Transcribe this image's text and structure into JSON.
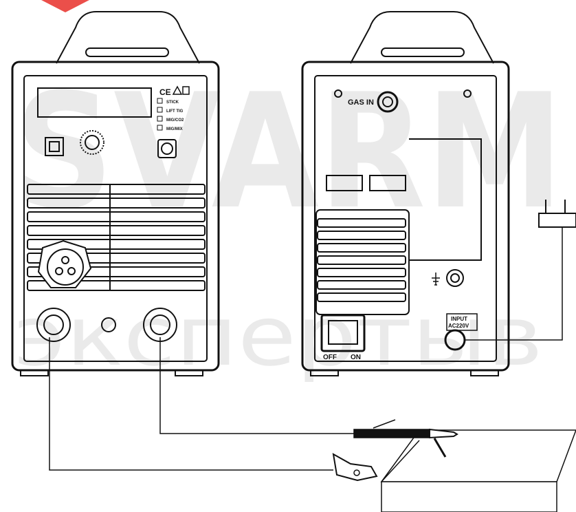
{
  "watermark": {
    "brand": "SVARM",
    "subtitle": "экспертыв"
  },
  "front_panel": {
    "mode_labels": [
      "STICK",
      "LIFT TIG",
      "MIG/CO2",
      "MIG/MIX"
    ],
    "ce_mark": "CE"
  },
  "rear_panel": {
    "gas_in_label": "GAS IN",
    "input_label_line1": "INPUT",
    "input_label_line2": "AC220V",
    "switch_off_label": "OFF",
    "switch_on_label": "ON"
  },
  "colors": {
    "line": "#111111",
    "watermark_red": "#e8302a",
    "watermark_gray": "#d9d9d9"
  }
}
